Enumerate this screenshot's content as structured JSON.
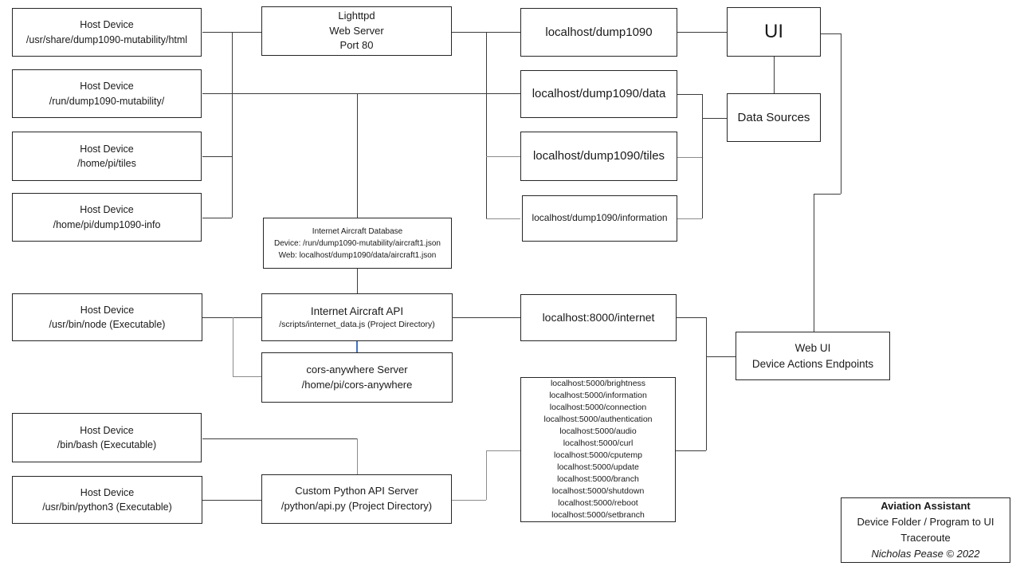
{
  "diagram_title": "Aviation Assistant Device Folder / Program to UI Traceroute",
  "nodes": {
    "host_html": {
      "title": "Host Device",
      "path": "/usr/share/dump1090-mutability/html"
    },
    "host_run": {
      "title": "Host Device",
      "path": "/run/dump1090-mutability/"
    },
    "host_tiles": {
      "title": "Host Device",
      "path": "/home/pi/tiles"
    },
    "host_info": {
      "title": "Host Device",
      "path": "/home/pi/dump1090-info"
    },
    "host_node": {
      "title": "Host Device",
      "path": "/usr/bin/node (Executable)"
    },
    "host_bash": {
      "title": "Host Device",
      "path": "/bin/bash (Executable)"
    },
    "host_python3": {
      "title": "Host Device",
      "path": "/usr/bin/python3 (Executable)"
    },
    "lighttpd": {
      "line1": "Lighttpd",
      "line2": "Web Server",
      "line3": "Port 80"
    },
    "aircraft_db": {
      "line1": "Internet Aircraft Database",
      "line2": "Device: /run/dump1090-mutability/aircraft1.json",
      "line3": "Web: localhost/dump1090/data/aircraft1.json"
    },
    "aircraft_api": {
      "title": "Internet Aircraft API",
      "path": "/scripts/internet_data.js (Project Directory)"
    },
    "cors_server": {
      "title": "cors-anywhere Server",
      "path": "/home/pi/cors-anywhere"
    },
    "python_api": {
      "title": "Custom Python API Server",
      "path": "/python/api.py (Project Directory)"
    },
    "url_dump1090": {
      "label": "localhost/dump1090"
    },
    "url_data": {
      "label": "localhost/dump1090/data"
    },
    "url_tiles": {
      "label": "localhost/dump1090/tiles"
    },
    "url_information": {
      "label": "localhost/dump1090/information"
    },
    "url_internet": {
      "label": "localhost:8000/internet"
    },
    "endpoints": {
      "lines": [
        "localhost:5000/brightness",
        "localhost:5000/information",
        "localhost:5000/connection",
        "localhost:5000/authentication",
        "localhost:5000/audio",
        "localhost:5000/curl",
        "localhost:5000/cputemp",
        "localhost:5000/update",
        "localhost:5000/branch",
        "localhost:5000/shutdown",
        "localhost:5000/reboot",
        "localhost:5000/setbranch"
      ]
    },
    "ui": {
      "label": "UI"
    },
    "data_sources": {
      "label": "Data Sources"
    },
    "web_ui": {
      "line1": "Web UI",
      "line2": "Device Actions Endpoints"
    },
    "credit": {
      "line1": "Aviation Assistant",
      "line2": "Device Folder / Program to UI",
      "line3": "Traceroute",
      "line4": "Nicholas Pease © 2022"
    }
  },
  "colors": {
    "connector": "#3c3c3c",
    "connector_grey": "#8c8c8c",
    "accent_blue": "#4472c4",
    "box_border": "#262626",
    "background": "#ffffff",
    "text": "#1a1a1a"
  }
}
